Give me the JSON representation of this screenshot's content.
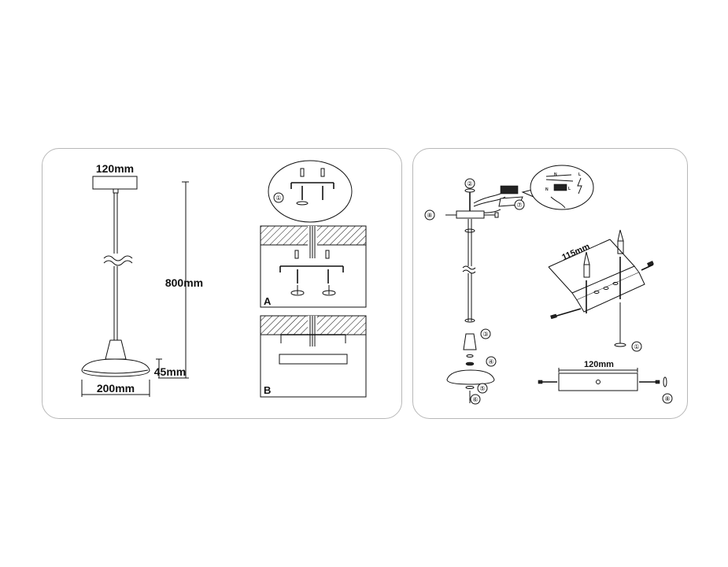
{
  "left_panel": {
    "dim_canopy_width": "120mm",
    "dim_cable_length": "800mm",
    "dim_shade_height": "45mm",
    "dim_shade_width": "200mm",
    "step_circle": "①",
    "inset_a_label": "A",
    "inset_b_label": "B"
  },
  "right_panel": {
    "dim_bracket_length": "115mm",
    "dim_plate_width": "120mm",
    "steps": {
      "s1_bracket": "①",
      "s2": "②",
      "s3": "③",
      "s4": "④",
      "s5": "⑤",
      "s6": "⑥",
      "s7": "⑦",
      "s8_left": "⑧",
      "s8_bottom": "⑧"
    },
    "wiring_labels": {
      "n_top": "N",
      "l_top": "L",
      "n_mid": "N",
      "l_mid": "L"
    }
  }
}
